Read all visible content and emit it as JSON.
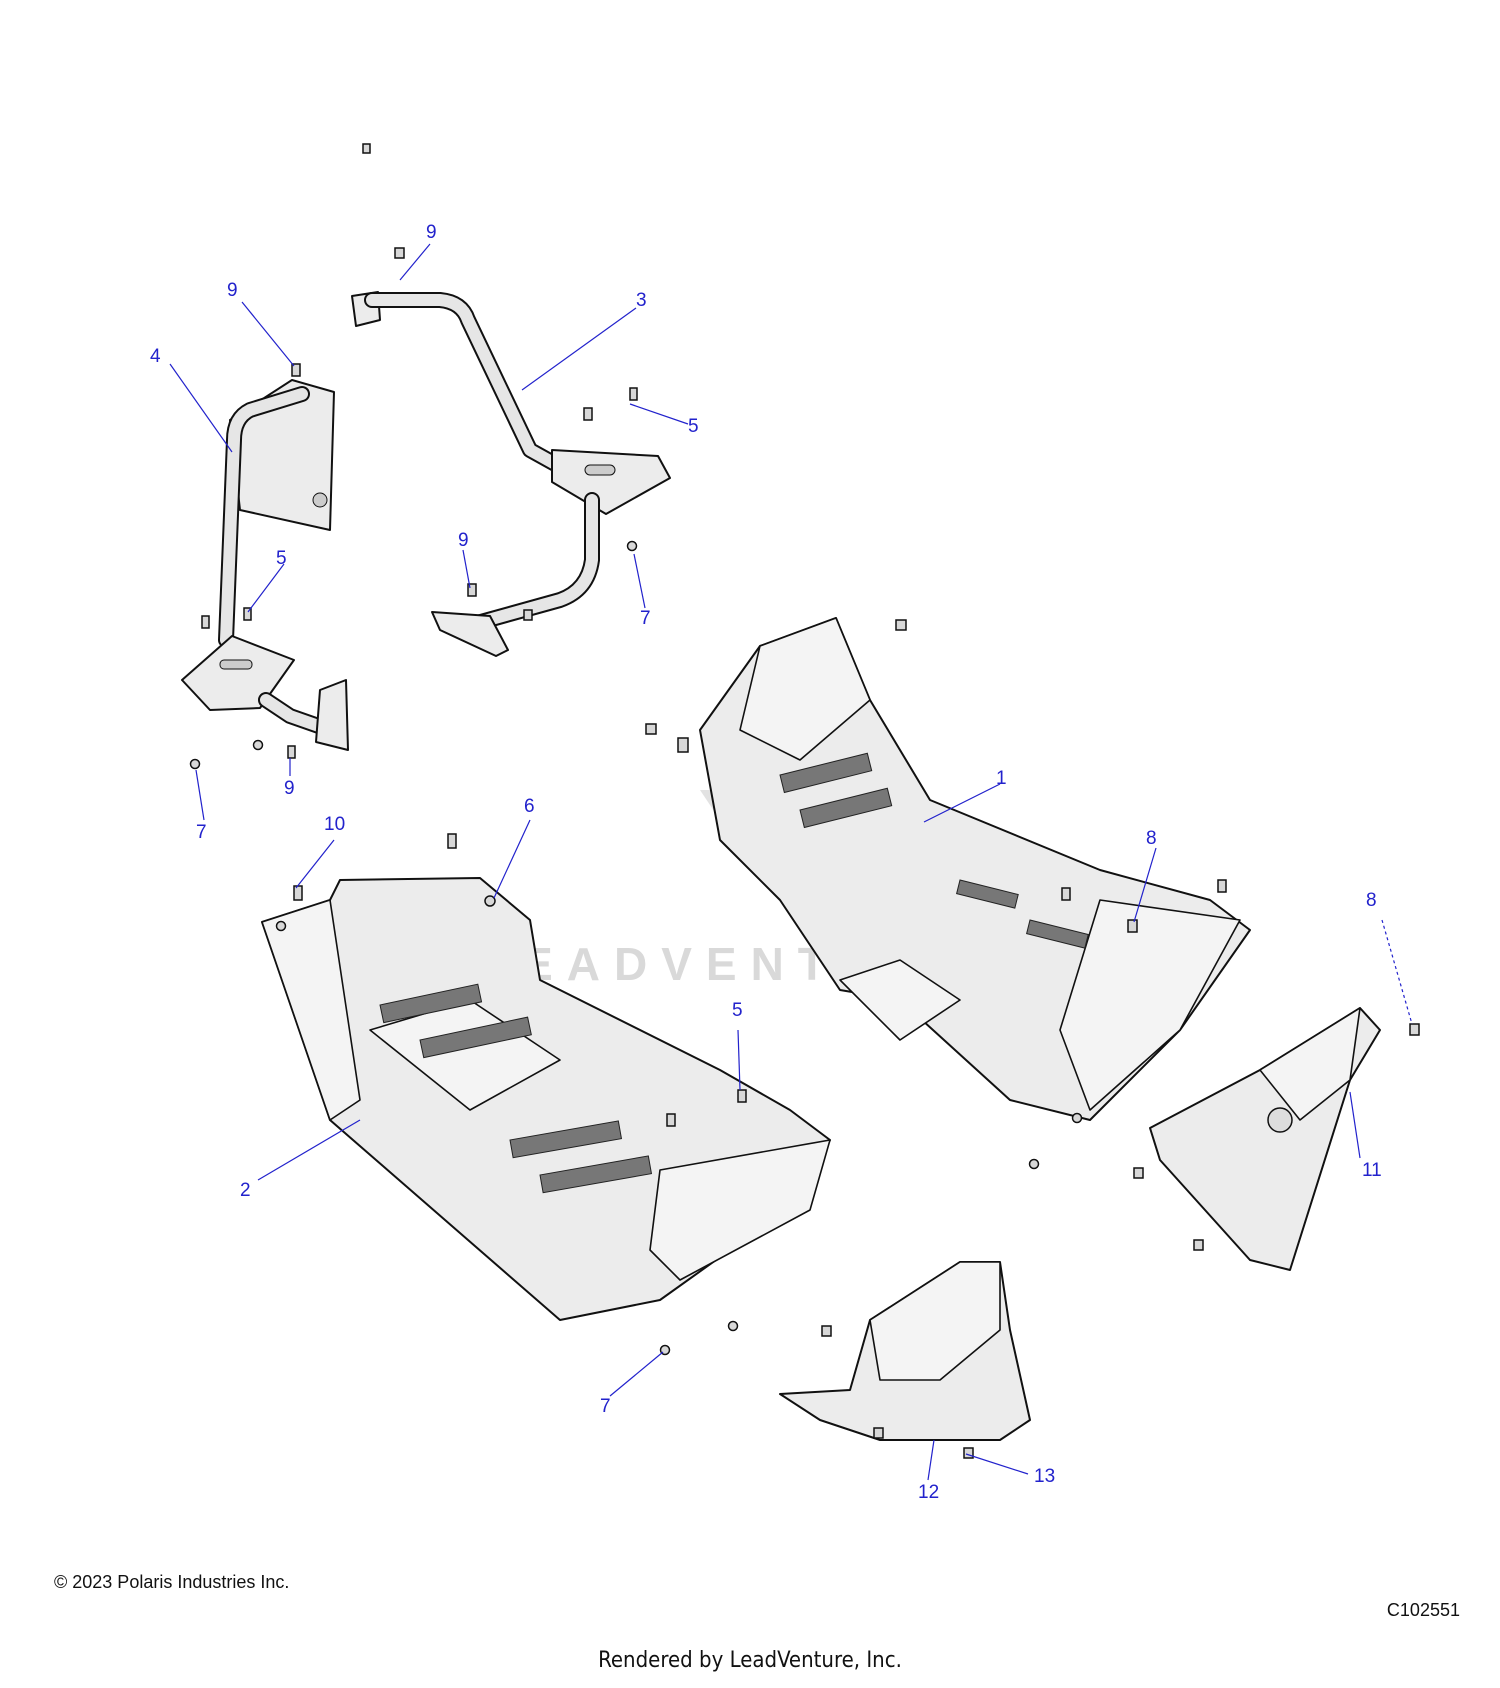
{
  "diagram": {
    "watermark": "LEADVENTURE",
    "callouts": [
      {
        "id": "c9a",
        "label": "9"
      },
      {
        "id": "c9b",
        "label": "9"
      },
      {
        "id": "c3",
        "label": "3"
      },
      {
        "id": "c4",
        "label": "4"
      },
      {
        "id": "c5a",
        "label": "5"
      },
      {
        "id": "c5b",
        "label": "5"
      },
      {
        "id": "c9c",
        "label": "9"
      },
      {
        "id": "c7a",
        "label": "7"
      },
      {
        "id": "c9d",
        "label": "9"
      },
      {
        "id": "c7b",
        "label": "7"
      },
      {
        "id": "c1",
        "label": "1"
      },
      {
        "id": "c6",
        "label": "6"
      },
      {
        "id": "c10",
        "label": "10"
      },
      {
        "id": "c8a",
        "label": "8"
      },
      {
        "id": "c8b",
        "label": "8"
      },
      {
        "id": "c5c",
        "label": "5"
      },
      {
        "id": "c2",
        "label": "2"
      },
      {
        "id": "c11",
        "label": "11"
      },
      {
        "id": "c7c",
        "label": "7"
      },
      {
        "id": "c12",
        "label": "12"
      },
      {
        "id": "c13",
        "label": "13"
      }
    ]
  },
  "footer": {
    "copyright": "© 2023 Polaris Industries Inc.",
    "diagram_code": "C102551",
    "rendered_by": "Rendered by LeadVenture, Inc."
  }
}
